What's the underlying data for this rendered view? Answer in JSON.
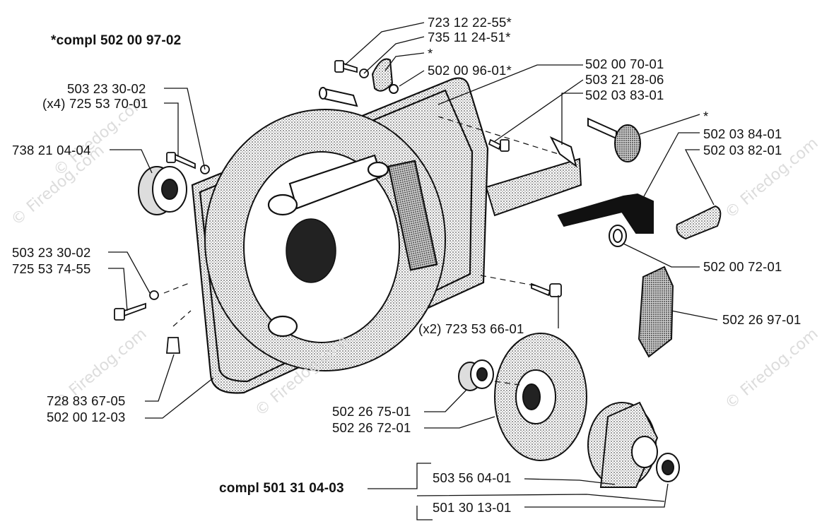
{
  "headings": {
    "compl_top": "*compl 502 00 97-02",
    "compl_bottom": "compl 501 31 04-03"
  },
  "labels": {
    "l72312": "723 12 22-55*",
    "l73511": "735 11 24-51*",
    "star1": "*",
    "l50200961": "502 00 96-01*",
    "l50200701": "502 00 70-01",
    "l50321286": "503 21 28-06",
    "l50203831": "502 03 83-01",
    "star2": "*",
    "l50203841": "502 03 84-01",
    "l50203821": "502 03 82-01",
    "l50200721": "502 00 72-01",
    "l50226971": "502 26 97-01",
    "l72353661": "(x2) 723 53 66-01",
    "l50323302a": "503 23 30-02",
    "l72553701": "(x4) 725 53 70-01",
    "l73821044": "738 21 04-04",
    "l50323302b": "503 23 30-02",
    "l72553745": "725 53 74-55",
    "l72883675": "728 83 67-05",
    "l50200123": "502 00 12-03",
    "l50226751": "502 26 75-01",
    "l50226721": "502 26 72-01",
    "l50356041": "503 56 04-01",
    "l50130131": "501 30 13-01"
  },
  "watermark": "© Firedog.com",
  "colors": {
    "ink": "#111111",
    "stipple": "#9a9a9a",
    "watermark": "#dcdcdc"
  }
}
